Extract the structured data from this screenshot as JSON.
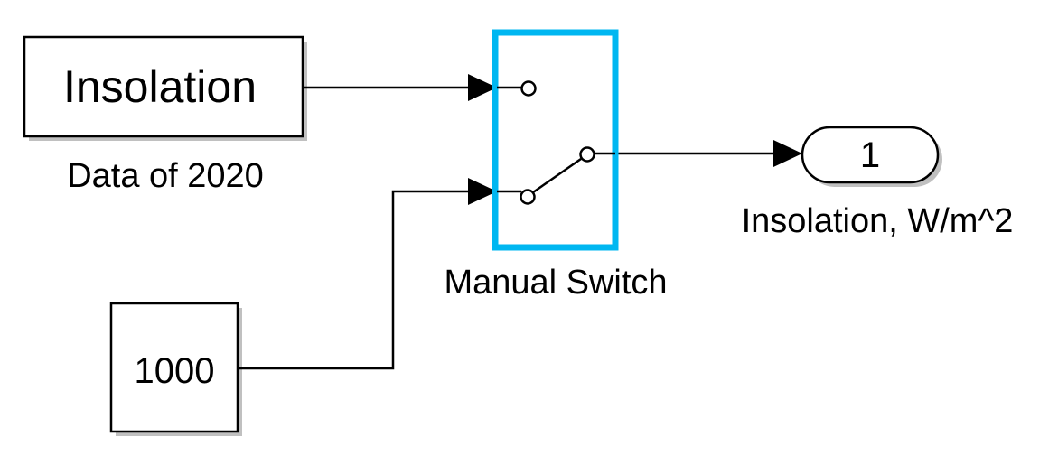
{
  "blocks": {
    "insolation_source": {
      "label": "Insolation",
      "caption": "Data of 2020"
    },
    "constant": {
      "value": "1000"
    },
    "manual_switch": {
      "caption": "Manual Switch",
      "highlight_color": "#00b7f1"
    },
    "outport": {
      "number": "1",
      "caption": "Insolation, W/m^2"
    }
  }
}
